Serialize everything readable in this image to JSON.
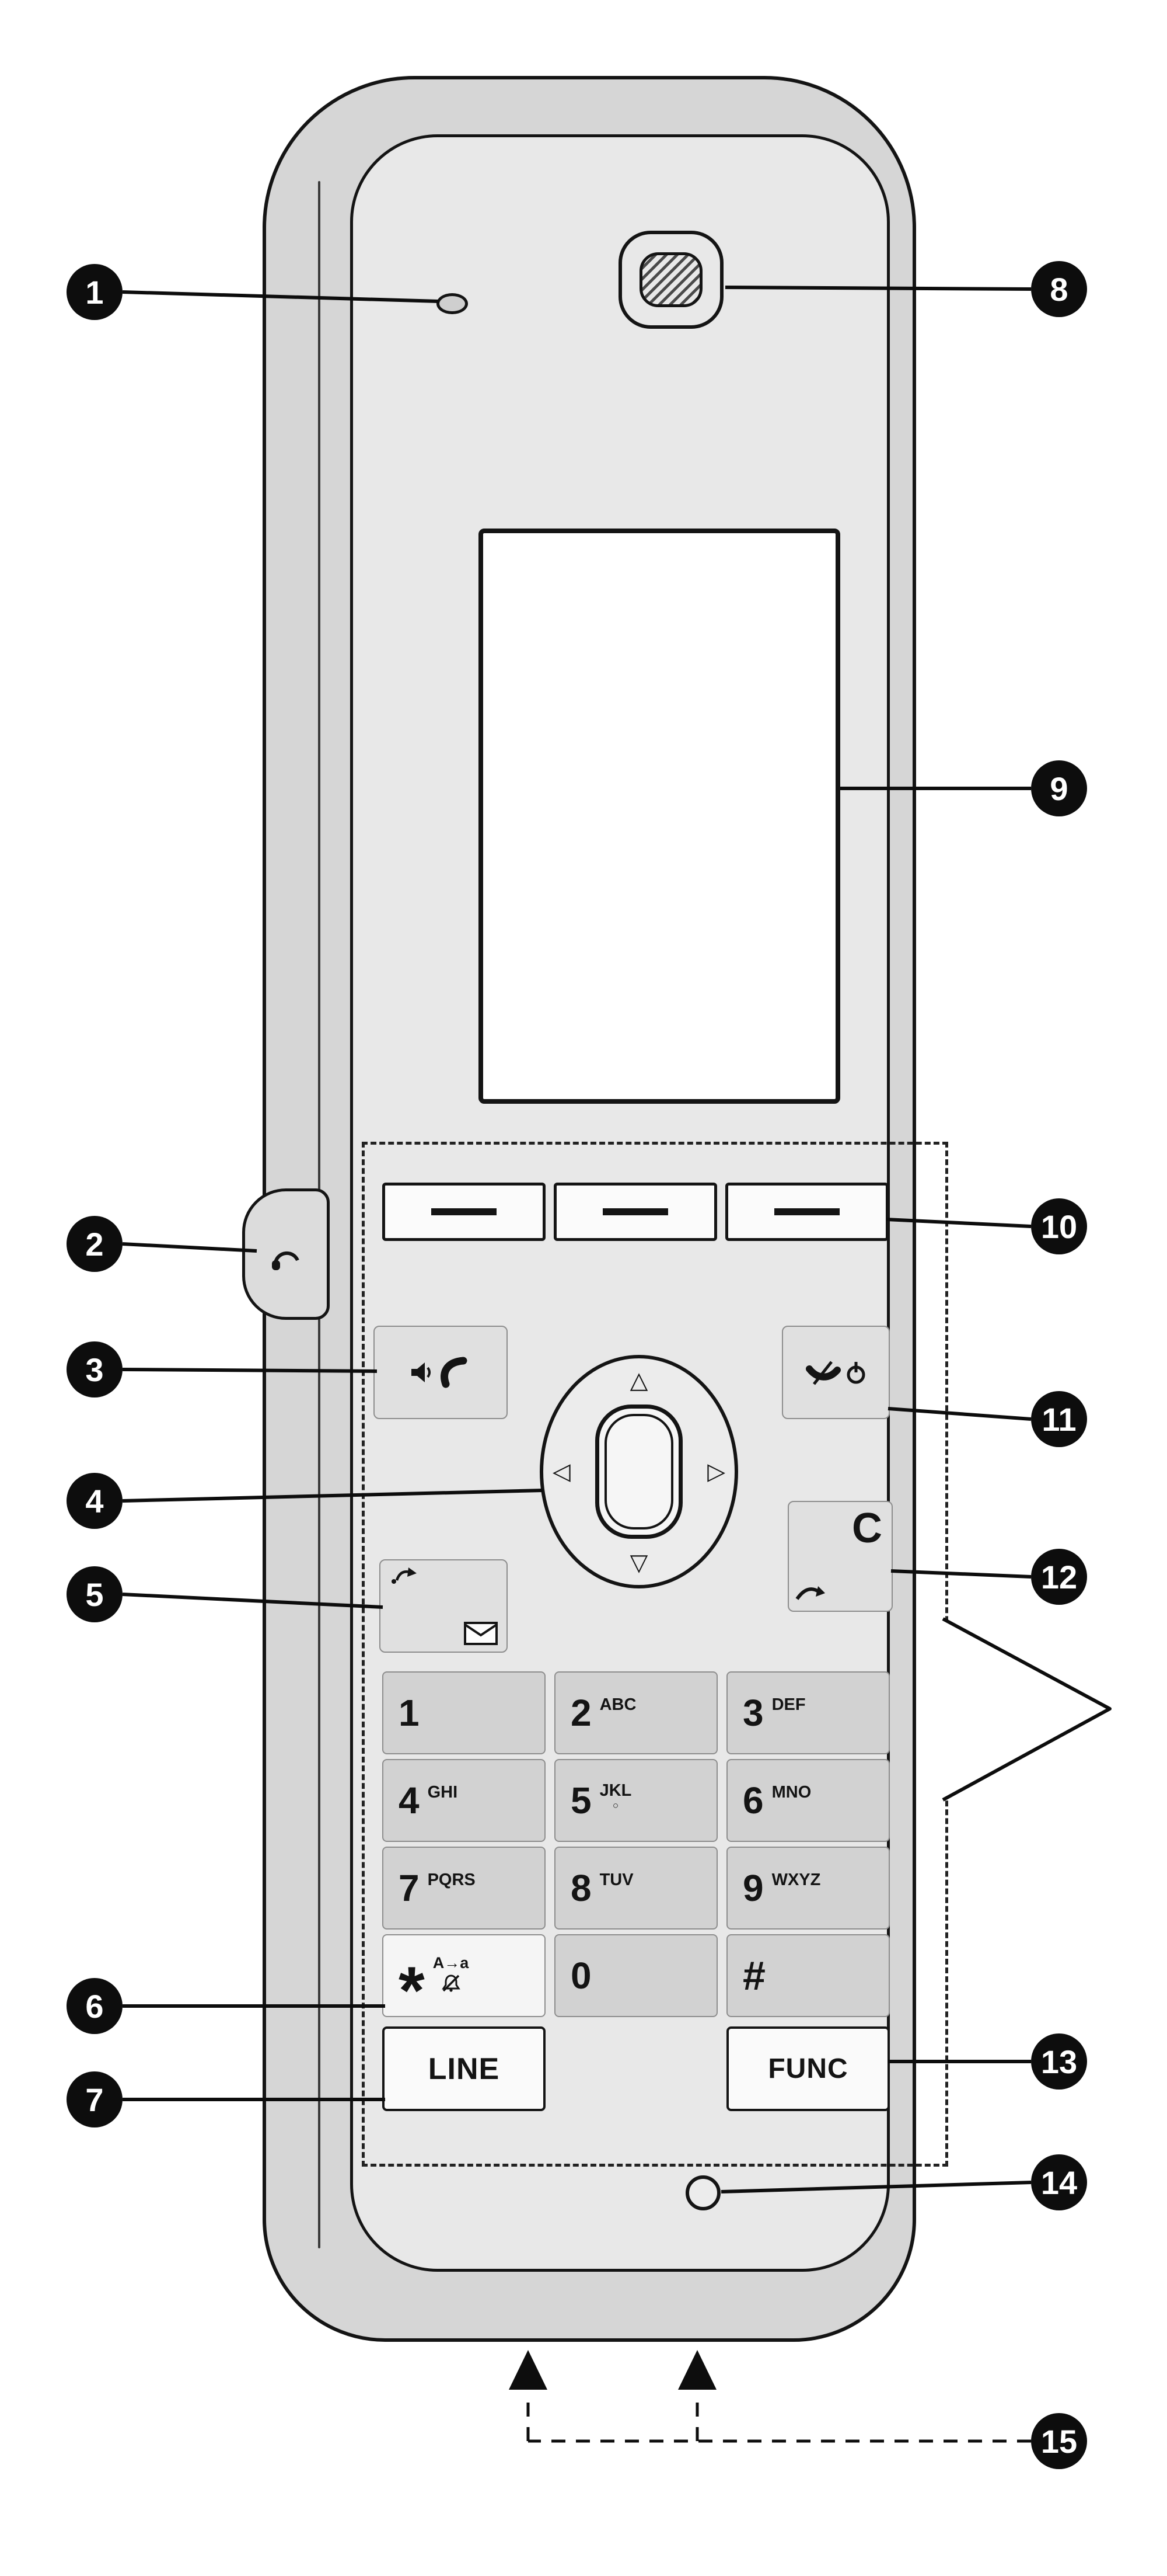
{
  "colors": {
    "outline": "#141414",
    "body": "#d6d6d6",
    "face": "#e8e8e8",
    "key": "#d2d2d2",
    "display": "#ffffff"
  },
  "callouts": [
    "1",
    "2",
    "3",
    "4",
    "5",
    "6",
    "7",
    "8",
    "9",
    "10",
    "11",
    "12",
    "13",
    "14",
    "15"
  ],
  "nav": {
    "up": "△",
    "down": "▽",
    "left": "◁",
    "right": "▷"
  },
  "keys": {
    "dial": [
      {
        "digit": "1",
        "letters": ""
      },
      {
        "digit": "2",
        "letters": "ABC"
      },
      {
        "digit": "3",
        "letters": "DEF"
      },
      {
        "digit": "4",
        "letters": "GHI"
      },
      {
        "digit": "5",
        "letters": "JKL",
        "bump": "○"
      },
      {
        "digit": "6",
        "letters": "MNO"
      },
      {
        "digit": "7",
        "letters": "PQRS"
      },
      {
        "digit": "8",
        "letters": "TUV"
      },
      {
        "digit": "9",
        "letters": "WXYZ"
      }
    ],
    "zero": {
      "digit": "0"
    },
    "star": {
      "symbol": "*",
      "case_label": "A→a"
    },
    "hash": {
      "symbol": "#"
    },
    "line": {
      "label": "LINE"
    },
    "func": {
      "label": "FUNC"
    },
    "clear": {
      "label": "C"
    }
  }
}
